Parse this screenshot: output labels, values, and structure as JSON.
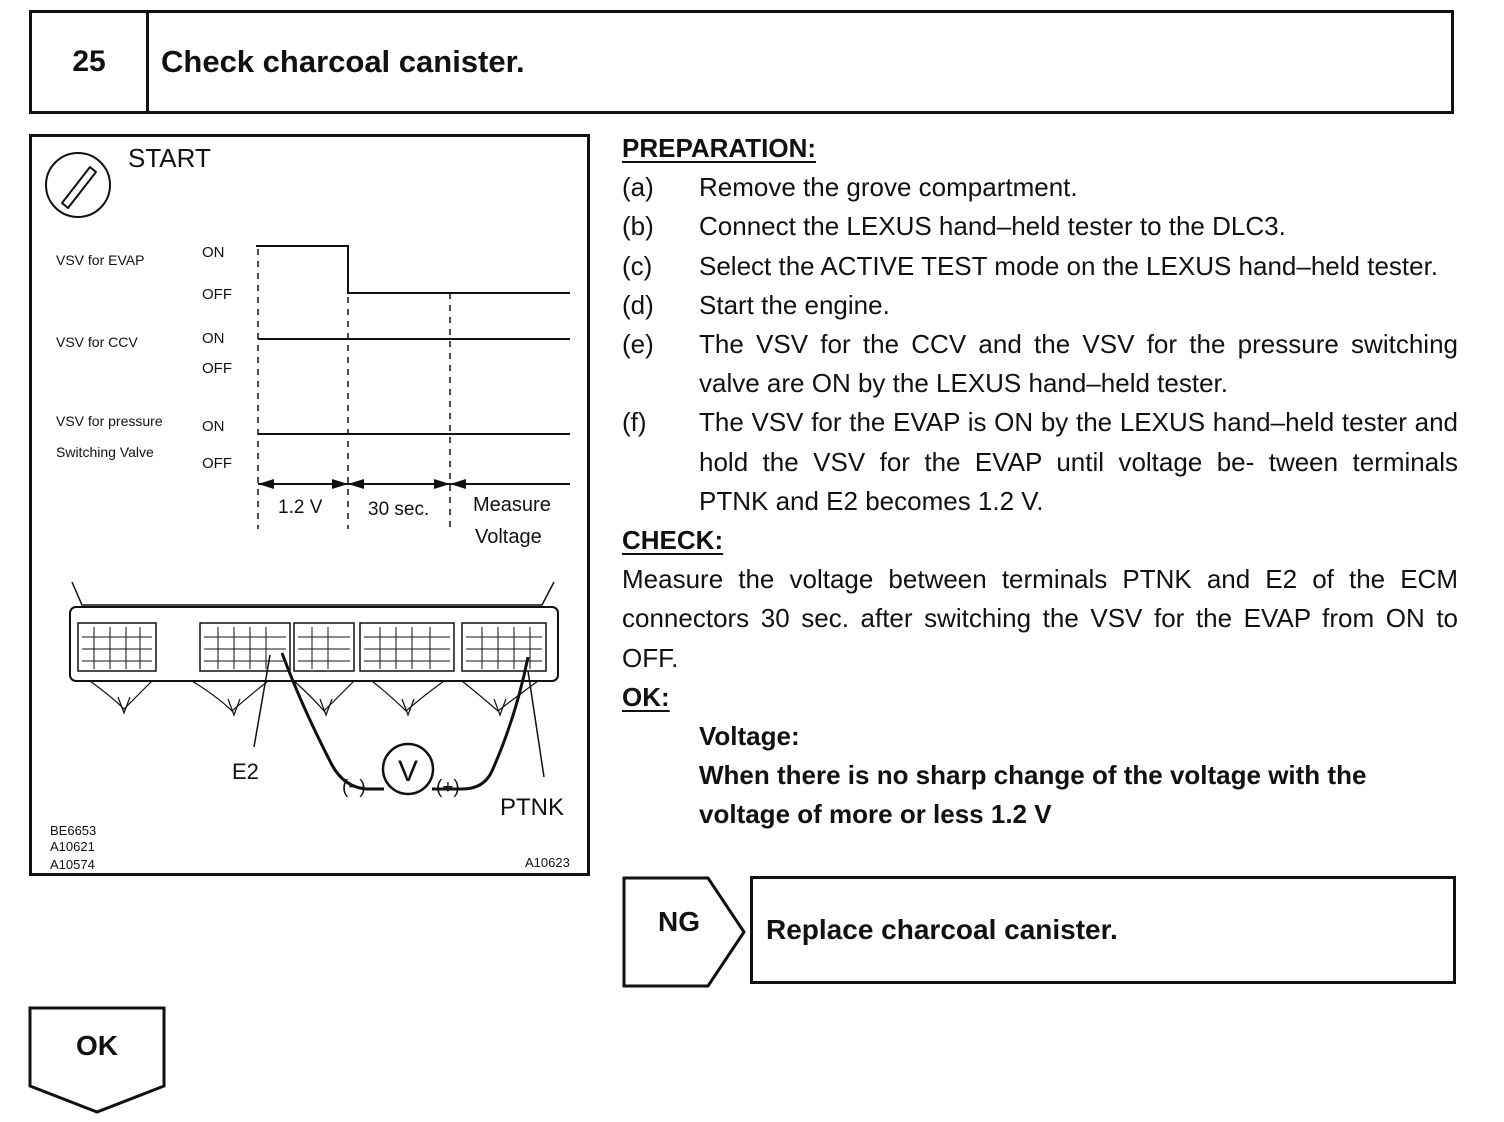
{
  "header": {
    "step_number": "25",
    "title": "Check charcoal canister."
  },
  "figure": {
    "start_label": "START",
    "rows": [
      {
        "name": "VSV for EVAP",
        "on": "ON",
        "off": "OFF"
      },
      {
        "name": "VSV for CCV",
        "on": "ON",
        "off": "OFF"
      },
      {
        "name_line1": "VSV for pressure",
        "name_line2": "Switching Valve",
        "on": "ON",
        "off": "OFF"
      }
    ],
    "intervals": [
      "1.2 V",
      "30 sec.",
      "Measure",
      "Voltage"
    ],
    "terminal_e2": "E2",
    "terminal_ptnk": "PTNK",
    "meter_minus": "(−)",
    "meter_plus": "(+)",
    "meter_symbol": "V",
    "codes_left": [
      "BE6653",
      "A10621",
      "A10574"
    ],
    "code_right": "A10623"
  },
  "preparation": {
    "heading": "PREPARATION:",
    "steps": [
      {
        "label": "(a)",
        "text": "Remove the grove compartment."
      },
      {
        "label": "(b)",
        "text": "Connect the LEXUS hand–held tester to the DLC3."
      },
      {
        "label": "(c)",
        "text": "Select the ACTIVE TEST mode on the LEXUS hand–held tester."
      },
      {
        "label": "(d)",
        "text": "Start the engine."
      },
      {
        "label": "(e)",
        "text": "The VSV for the CCV and the VSV for the pressure switching valve are ON by the LEXUS hand–held tester."
      },
      {
        "label": "(f)",
        "text": "The VSV for the EVAP is ON by the LEXUS hand–held tester and hold the VSV for the EVAP until voltage be- tween terminals PTNK and E2 becomes 1.2 V."
      }
    ]
  },
  "check": {
    "heading": "CHECK:",
    "text": "Measure the voltage between terminals PTNK and E2 of the ECM connectors 30 sec. after switching the VSV for the EVAP from ON to OFF."
  },
  "ok_spec": {
    "heading": "OK:",
    "line1": "Voltage:",
    "line2": "When there is no sharp change of the voltage with the",
    "line3": "voltage of more or less 1.2 V"
  },
  "ng": {
    "label": "NG",
    "action": "Replace charcoal canister."
  },
  "ok_flow": {
    "label": "OK"
  }
}
